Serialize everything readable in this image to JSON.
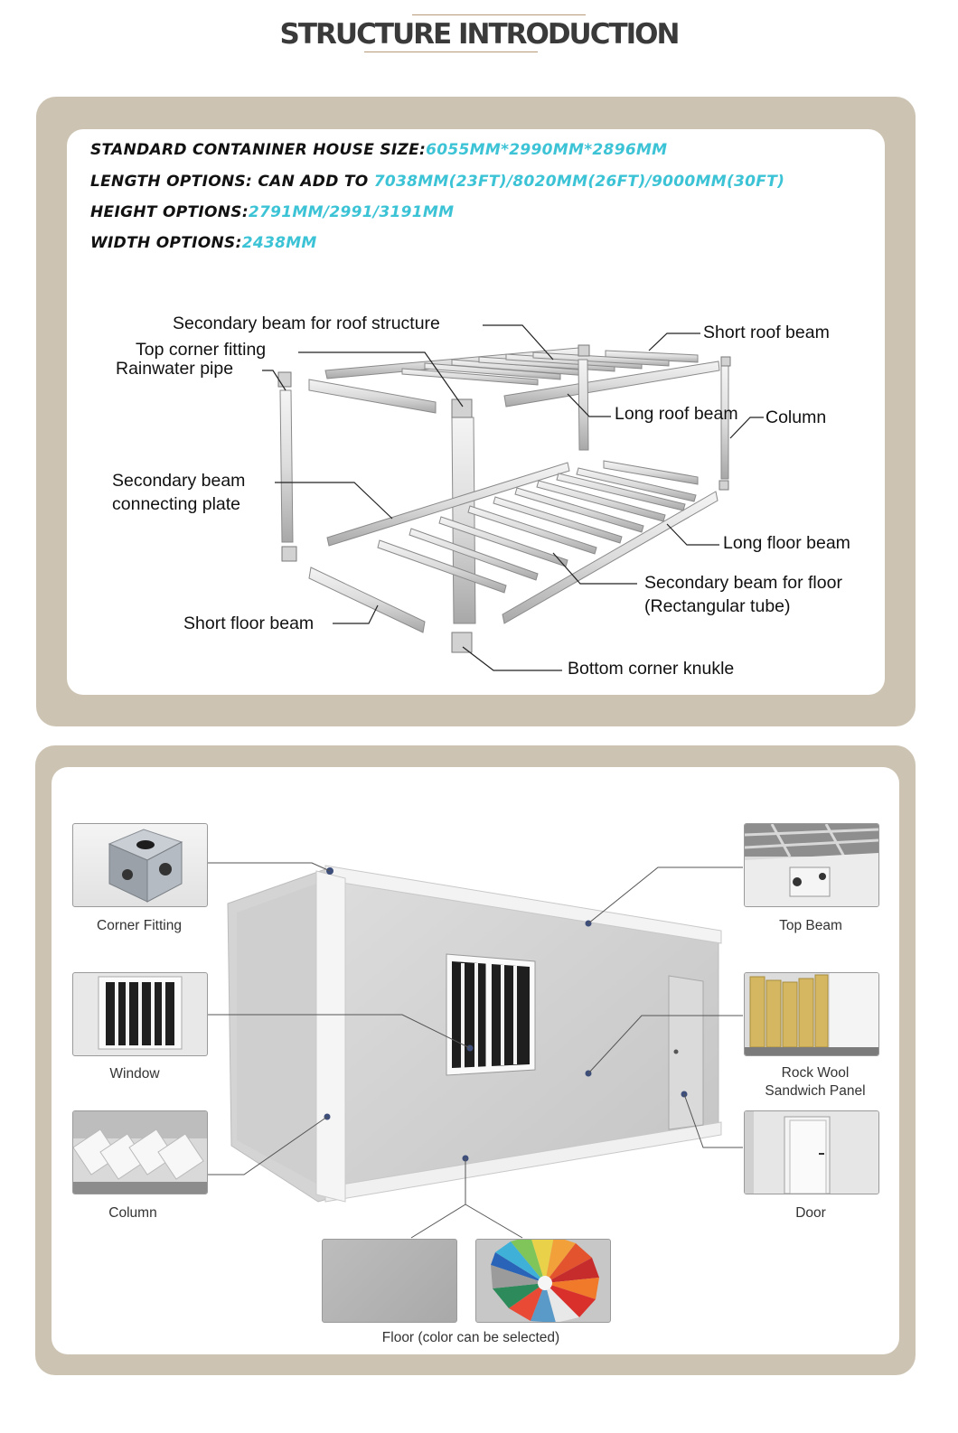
{
  "header": {
    "title": "STRUCTURE INTRODUCTION"
  },
  "specs": [
    {
      "label": "STANDARD CONTANINER HOUSE SIZE:",
      "value": "6055MM*2990MM*2896MM"
    },
    {
      "label": "LENGTH OPTIONS",
      "sep": ":  ",
      "label2": "CAN ADD TO ",
      "value": "7038MM(23FT)/8020MM(26FT)/9000MM(30FT)"
    },
    {
      "label": "HEIGHT OPTIONS:",
      "value": "2791MM/2991/3191MM"
    },
    {
      "label": "WIDTH OPTIONS:",
      "value": "2438MM"
    }
  ],
  "frame_labels": {
    "secondary_roof": "Secondary beam for roof structure",
    "top_corner": "Top corner fitting",
    "rainwater": "Rainwater pipe",
    "short_roof": "Short roof beam",
    "long_roof": "Long roof beam",
    "column": "Column",
    "secondary_plate_1": "Secondary beam",
    "secondary_plate_2": "connecting plate",
    "long_floor": "Long floor beam",
    "secondary_floor_1": "Secondary beam for floor",
    "secondary_floor_2": "(Rectangular tube)",
    "short_floor": "Short floor beam",
    "bottom_corner": "Bottom corner knukle"
  },
  "components": {
    "corner_fitting": "Corner Fitting",
    "window": "Window",
    "column": "Column",
    "top_beam": "Top Beam",
    "rock_wool_1": "Rock Wool",
    "rock_wool_2": "Sandwich Panel",
    "door": "Door",
    "floor": "Floor (color can be selected)"
  },
  "colors": {
    "panel": "#cdc3b2",
    "accent": "#3cc3d6",
    "title_line": "#b89a78"
  }
}
